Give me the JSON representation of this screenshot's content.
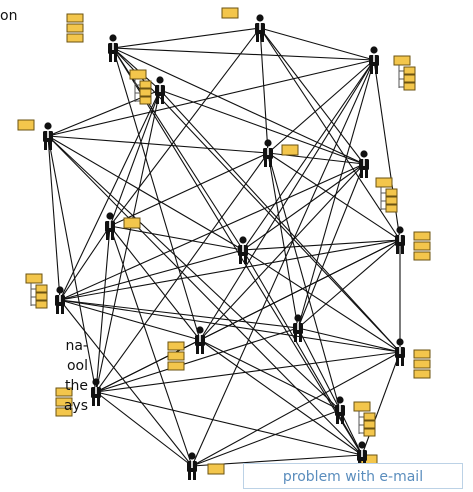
{
  "text_fragments": {
    "top": "on",
    "left": [
      "na-",
      "ool",
      "the",
      "ays"
    ]
  },
  "caption": "problem with e-mail",
  "colors": {
    "line": "#111111",
    "doc_fill": "#f3c64c",
    "doc_stroke": "#6b5312",
    "person": "#111111",
    "caption_text": "#5a8dbd",
    "caption_border": "#bcd2e6"
  },
  "nodes": [
    {
      "id": "p1",
      "icon": "person-icon",
      "doc": "single"
    },
    {
      "id": "p2",
      "icon": "person-icon",
      "doc": "stack"
    },
    {
      "id": "p3",
      "icon": "person-icon",
      "doc": "tree"
    },
    {
      "id": "p4",
      "icon": "person-icon",
      "doc": "tree"
    },
    {
      "id": "p5",
      "icon": "person-icon",
      "doc": "single"
    },
    {
      "id": "p6",
      "icon": "person-icon",
      "doc": "single"
    },
    {
      "id": "p7",
      "icon": "person-icon",
      "doc": "tree"
    },
    {
      "id": "p8",
      "icon": "person-icon",
      "doc": "single"
    },
    {
      "id": "p9",
      "icon": "person-icon",
      "doc": "none"
    },
    {
      "id": "p10",
      "icon": "person-icon",
      "doc": "stack"
    },
    {
      "id": "p11",
      "icon": "person-icon",
      "doc": "tree"
    },
    {
      "id": "p12",
      "icon": "person-icon",
      "doc": "stack"
    },
    {
      "id": "p13",
      "icon": "person-icon",
      "doc": "none"
    },
    {
      "id": "p14",
      "icon": "person-icon",
      "doc": "stack"
    },
    {
      "id": "p15",
      "icon": "person-icon",
      "doc": "stack"
    },
    {
      "id": "p16",
      "icon": "person-icon",
      "doc": "tree"
    },
    {
      "id": "p17",
      "icon": "person-icon",
      "doc": "single"
    },
    {
      "id": "p18",
      "icon": "person-icon",
      "doc": "single"
    }
  ],
  "edges": [
    [
      "p1",
      "p2"
    ],
    [
      "p1",
      "p3"
    ],
    [
      "p1",
      "p7"
    ],
    [
      "p1",
      "p10"
    ],
    [
      "p1",
      "p6"
    ],
    [
      "p1",
      "p8"
    ],
    [
      "p2",
      "p3"
    ],
    [
      "p2",
      "p4"
    ],
    [
      "p2",
      "p9"
    ],
    [
      "p2",
      "p12"
    ],
    [
      "p2",
      "p14"
    ],
    [
      "p2",
      "p7"
    ],
    [
      "p3",
      "p6"
    ],
    [
      "p3",
      "p5"
    ],
    [
      "p3",
      "p10"
    ],
    [
      "p3",
      "p12"
    ],
    [
      "p3",
      "p9"
    ],
    [
      "p3",
      "p13"
    ],
    [
      "p4",
      "p5"
    ],
    [
      "p4",
      "p8"
    ],
    [
      "p4",
      "p11"
    ],
    [
      "p4",
      "p14"
    ],
    [
      "p4",
      "p15"
    ],
    [
      "p4",
      "p7"
    ],
    [
      "p5",
      "p6"
    ],
    [
      "p5",
      "p9"
    ],
    [
      "p5",
      "p11"
    ],
    [
      "p5",
      "p15"
    ],
    [
      "p5",
      "p16"
    ],
    [
      "p5",
      "p18"
    ],
    [
      "p6",
      "p7"
    ],
    [
      "p6",
      "p8"
    ],
    [
      "p6",
      "p10"
    ],
    [
      "p6",
      "p16"
    ],
    [
      "p6",
      "p13"
    ],
    [
      "p7",
      "p9"
    ],
    [
      "p7",
      "p11"
    ],
    [
      "p7",
      "p13"
    ],
    [
      "p7",
      "p12"
    ],
    [
      "p8",
      "p9"
    ],
    [
      "p8",
      "p12"
    ],
    [
      "p8",
      "p15"
    ],
    [
      "p8",
      "p11"
    ],
    [
      "p8",
      "p17"
    ],
    [
      "p9",
      "p10"
    ],
    [
      "p9",
      "p11"
    ],
    [
      "p9",
      "p14"
    ],
    [
      "p9",
      "p18"
    ],
    [
      "p10",
      "p11"
    ],
    [
      "p10",
      "p14"
    ],
    [
      "p10",
      "p12"
    ],
    [
      "p10",
      "p13"
    ],
    [
      "p10",
      "p15"
    ],
    [
      "p11",
      "p12"
    ],
    [
      "p11",
      "p13"
    ],
    [
      "p11",
      "p14"
    ],
    [
      "p11",
      "p17"
    ],
    [
      "p12",
      "p15"
    ],
    [
      "p12",
      "p16"
    ],
    [
      "p12",
      "p18"
    ],
    [
      "p13",
      "p15"
    ],
    [
      "p13",
      "p16"
    ],
    [
      "p13",
      "p14"
    ],
    [
      "p14",
      "p15"
    ],
    [
      "p14",
      "p17"
    ],
    [
      "p14",
      "p18"
    ],
    [
      "p15",
      "p17"
    ],
    [
      "p15",
      "p18"
    ],
    [
      "p16",
      "p17"
    ],
    [
      "p16",
      "p18"
    ],
    [
      "p17",
      "p18"
    ],
    [
      "p3",
      "p17"
    ],
    [
      "p2",
      "p18"
    ],
    [
      "p6",
      "p15"
    ]
  ]
}
